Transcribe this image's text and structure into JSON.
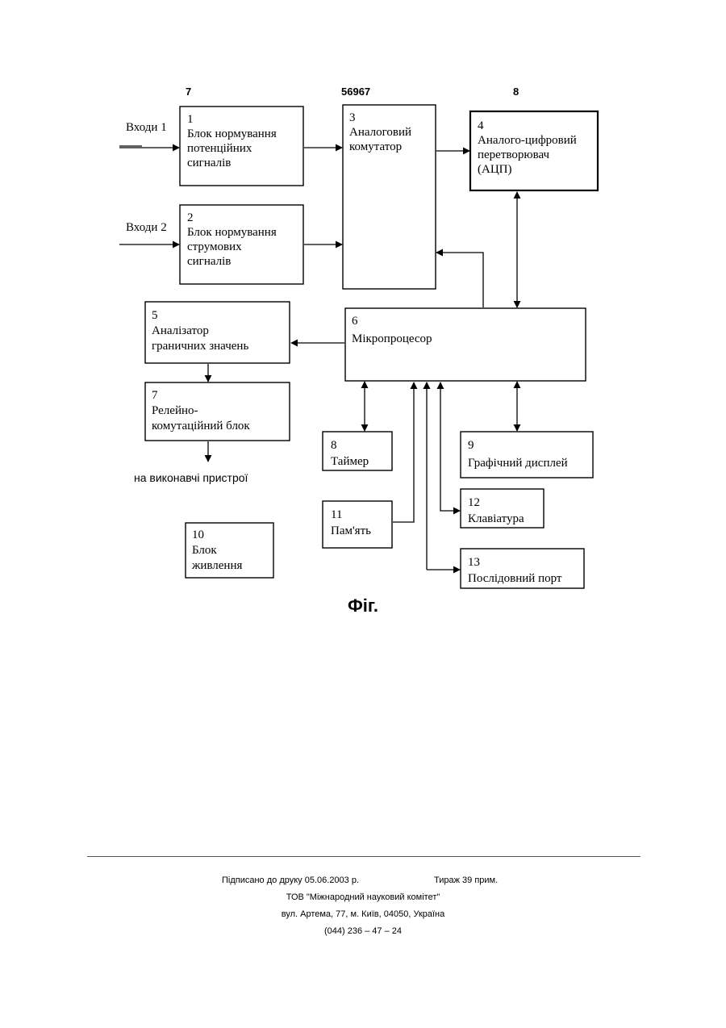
{
  "header": {
    "left_number": "7",
    "center_number": "56967",
    "right_number": "8"
  },
  "diagram": {
    "inputs_1_label": "Входи 1",
    "inputs_2_label": "Входи 2",
    "outputs_label": "на виконавчі пристрої",
    "blocks": [
      {
        "id": "b1",
        "lines": [
          "1",
          "Блок нормування",
          "потенційних",
          "сигналів"
        ]
      },
      {
        "id": "b2",
        "lines": [
          "2",
          "Блок нормування",
          "струмових",
          "сигналів"
        ]
      },
      {
        "id": "b3",
        "lines": [
          "3",
          "Аналоговий",
          "комутатор"
        ]
      },
      {
        "id": "b4",
        "lines": [
          "4",
          "Аналого-цифровий",
          "перетворювач",
          "(АЦП)"
        ]
      },
      {
        "id": "b5",
        "lines": [
          "5",
          "Аналізатор",
          "граничних значень"
        ]
      },
      {
        "id": "b6",
        "lines": [
          "6",
          "Мікропроцесор"
        ]
      },
      {
        "id": "b7",
        "lines": [
          "7",
          "Релейно-",
          "комутаційний блок"
        ]
      },
      {
        "id": "b8",
        "lines": [
          "8",
          "Таймер"
        ]
      },
      {
        "id": "b9",
        "lines": [
          "9",
          "Графічний дисплей"
        ]
      },
      {
        "id": "b10",
        "lines": [
          "10",
          "Блок",
          "живлення"
        ]
      },
      {
        "id": "b11",
        "lines": [
          "11",
          "Пам'ять"
        ]
      },
      {
        "id": "b12",
        "lines": [
          "12",
          "Клавіатура"
        ]
      },
      {
        "id": "b13",
        "lines": [
          "13",
          "Послідовний порт"
        ]
      }
    ]
  },
  "caption": "Фіг.",
  "footer": {
    "signed": "Підписано до друку 05.06.2003 р.",
    "print_run": "Тираж 39 прим.",
    "publisher": "ТОВ \"Міжнародний науковий комітет\"",
    "address": "вул. Артема, 77, м. Київ, 04050, Україна",
    "phone": "(044) 236 – 47 – 24"
  }
}
